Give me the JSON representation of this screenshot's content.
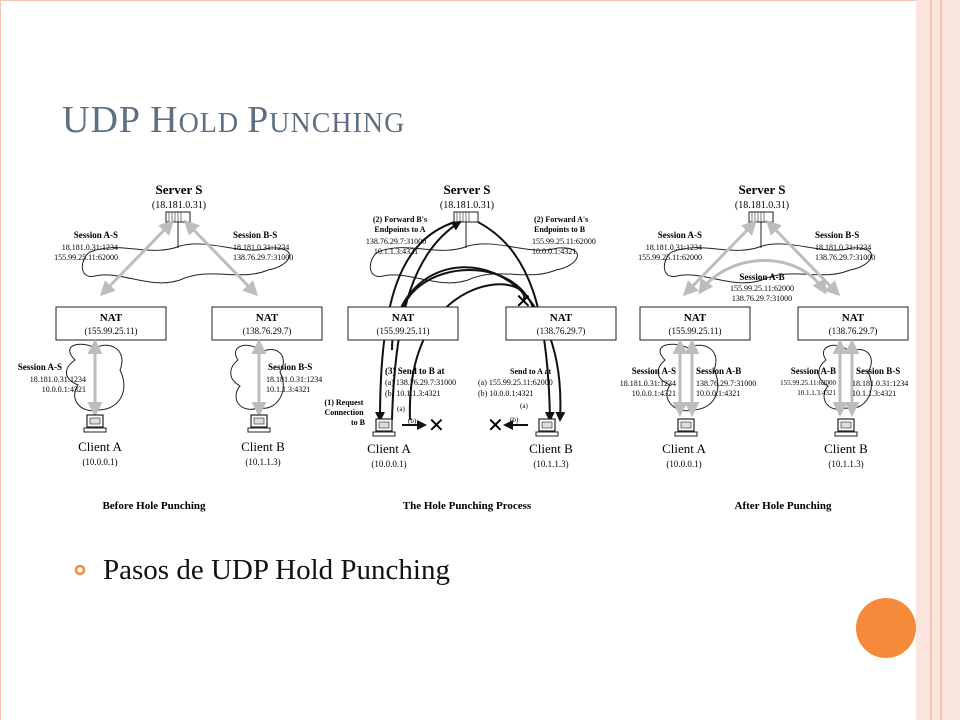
{
  "slide": {
    "title_first": "UDP H",
    "title_small": "OLD ",
    "title_p": "P",
    "title_rest": "UNCHING",
    "bullet": "Pasos de UDP Hold Punching",
    "colors": {
      "title": "#5d6f82",
      "accent": "#f58a3a",
      "border": "#f2c3b6"
    }
  },
  "diagram": {
    "server": {
      "label": "Server S",
      "addr": "(18.181.0.31)"
    },
    "nat_a": {
      "label": "NAT",
      "addr": "(155.99.25.11)"
    },
    "nat_b": {
      "label": "NAT",
      "addr": "(138.76.29.7)"
    },
    "client_a": {
      "label": "Client A",
      "addr": "(10.0.0.1)"
    },
    "client_b": {
      "label": "Client B",
      "addr": "(10.1.1.3)"
    },
    "panel_titles": [
      "Before Hole Punching",
      "The Hole Punching Process",
      "After Hole Punching"
    ],
    "sessions": {
      "as_title": "Session A-S",
      "as_l1": "18.181.0.31:1234",
      "as_l2": "155.99.25.11:62000",
      "bs_title": "Session B-S",
      "bs_l1": "18.181.0.31:1234",
      "bs_l2": "138.76.29.7:31000",
      "as_priv_title": "Session A-S",
      "as_priv_l1": "18.181.0.31:1234",
      "as_priv_l2": "10.0.0.1:4321",
      "bs_priv_title": "Session B-S",
      "bs_priv_l1": "18.181.0.31:1234",
      "bs_priv_l2": "10.1.1.3:4321",
      "ab_title": "Session A-B",
      "ab_l1": "155.99.25.11:62000",
      "ab_l2": "138.76.29.7:31000",
      "ab_a_title": "Session A-B",
      "ab_a_l1": "138.76.29.7:31000",
      "ab_a_l2": "10.0.0.1:4321",
      "ab_b_title": "Session A-B",
      "ab_b_l1": "155.99.25.11:62000",
      "ab_b_l2": "10.1.1.3:4321"
    },
    "process": {
      "fwd_b_1": "(2) Forward B's",
      "fwd_b_2": "Endpoints to A",
      "fwd_b_3": "138.76.29.7:31000",
      "fwd_b_4": "10.1.1.3:4321",
      "fwd_a_1": "(2) Forward A's",
      "fwd_a_2": "Endpoints to B",
      "fwd_a_3": "155.99.25.11:62000",
      "fwd_a_4": "10.0.0.1:4321",
      "send_b_1": "(3) Send to B at",
      "send_b_2": "(a) 138.76.29.7:31000",
      "send_b_3": "(b) 10.1.1.3:4321",
      "send_a_1": "Send to A at",
      "send_a_2": "(a) 155.99.25.11:62000",
      "send_a_3": "(b) 10.0.0.1:4321",
      "req_1": "(1) Request",
      "req_2": "Connection",
      "req_3": "to B",
      "mark_a": "(a)",
      "mark_b": "(b)"
    }
  }
}
